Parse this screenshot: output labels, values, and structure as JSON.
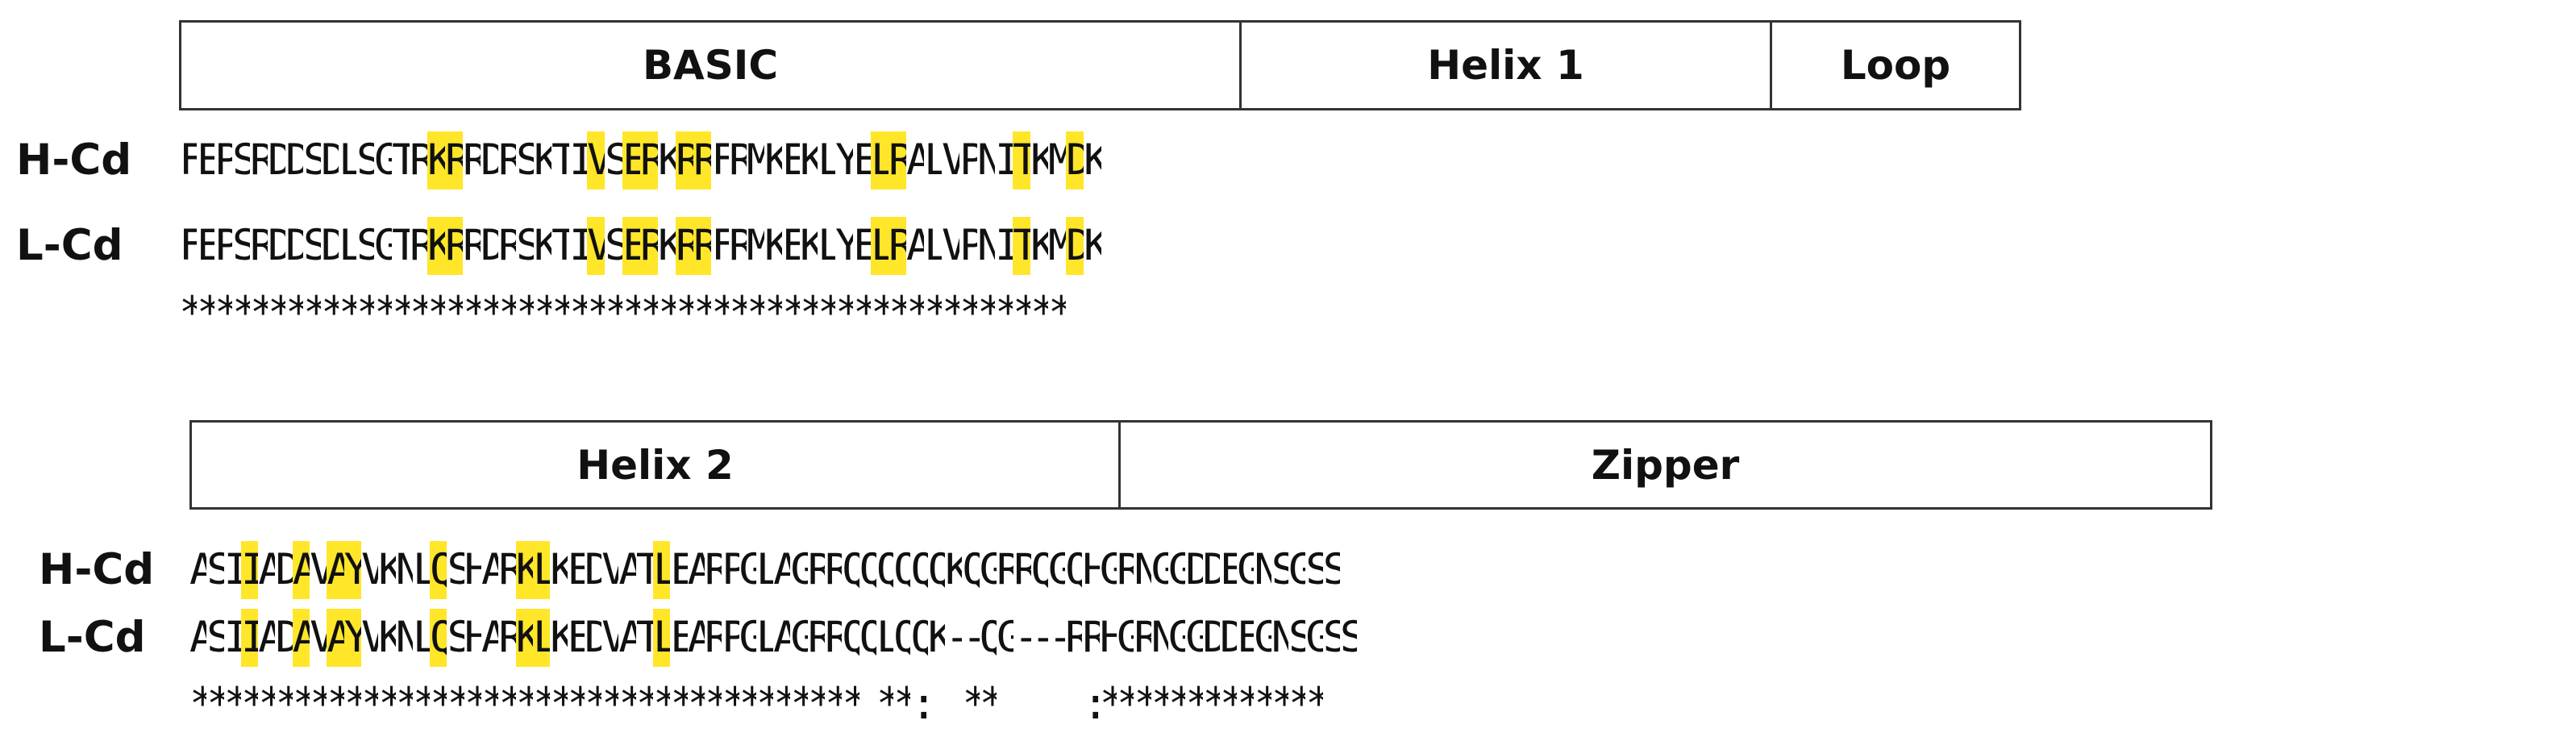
{
  "colors": {
    "highlight": "#ffe629",
    "text": "#111111",
    "border": "#333333"
  },
  "blocks": [
    {
      "regions": [
        {
          "label": "BASIC",
          "start": 0,
          "end": 26
        },
        {
          "label": "Helix 1",
          "start": 26,
          "end": 40
        },
        {
          "label": "Loop",
          "start": 40,
          "end": 45
        }
      ],
      "rows": [
        {
          "label": "H-Cd",
          "sequence": "FEPSRDDSDLSGTRKRRDRSKTIVSERKRRFRMKEKLYELRALVPNITKMDK"
        },
        {
          "label": "L-Cd",
          "sequence": "FEPSRDDSDLSGTRKRRDRSKTIVSERKRRFRMKEKLYELRALVPNITKMDK"
        }
      ],
      "conservation": "**************************************************",
      "highlights": [
        14,
        15,
        23,
        25,
        26,
        28,
        29,
        39,
        40,
        47,
        50
      ]
    },
    {
      "regions": [
        {
          "label": "Helix 2",
          "start": 0,
          "end": 26
        },
        {
          "label": "Zipper",
          "start": 26,
          "end": 60
        }
      ],
      "rows": [
        {
          "label": "H-Cd",
          "sequence": "ASIIADAVAYVKNLQSHARKLKEDVATLEARPGLAGRRQQQQQQKQGRRQGQHGRNGGDDEGNSGSS"
        },
        {
          "label": "L-Cd",
          "sequence": "ASIIADAVAYVKNLQSHARKLKEDVATLEARPGLAGRRQQLQQK--QG---RRHGRNGGDDEGNSGSS"
        }
      ],
      "conservation": "*************************************** **:  **     :*************",
      "highlights": [
        3,
        6,
        8,
        9,
        14,
        19,
        20,
        27
      ]
    }
  ]
}
